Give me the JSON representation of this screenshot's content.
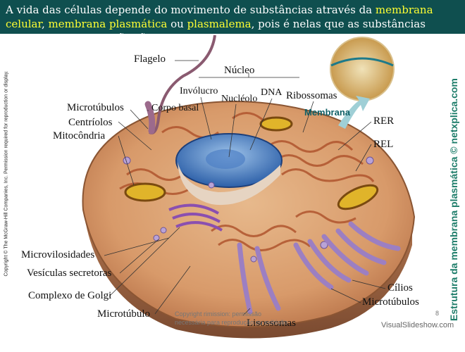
{
  "banner": {
    "t1": "A vida das células depende do movimento de substâncias através da ",
    "h1": "membrana celular",
    "t2": ", ",
    "h2": "membrana plasmática",
    "t3": " ou ",
    "h3": "plasmalema",
    "t4": ", pois é nelas que as substâncias resultantes da digestão são utilizadas."
  },
  "labels": {
    "flagelo": "Flagelo",
    "nucleo": "Núcleo",
    "involucro": "Invólucro",
    "nucleolo": "Nucléolo",
    "dna": "DNA",
    "ribossomas": "Ribossomas",
    "membrana": "Membrana",
    "microtubulos_top": "Microtúbulos",
    "corpo_basal": "Corpo basal",
    "centriolos": "Centríolos",
    "mitocondria": "Mitocôndria",
    "rer": "RER",
    "rel": "REL",
    "microvilosidades": "Microvilosidades",
    "vesiculas": "Vesículas secretoras",
    "golgi": "Complexo de Golgi",
    "microtubulo": "Microtúbulo",
    "cilios": "Cílios",
    "microtubulos_bottom": "Microtúbulos",
    "lisossomas": "Lisossomas"
  },
  "side": {
    "left_copyright": "Copyright © The McGraw-Hill Companies, Inc. Permission required for reproduction or display.",
    "right_caption": "Estrutura da membrana plasmática © netxplica.com"
  },
  "watermark": {
    "line1": "Copyright rimission: permissão",
    "line2": "necessária para reprodução ou exibição"
  },
  "page_number": "8",
  "footer": "VisualSlideshow.com",
  "colors": {
    "banner_bg": "#0f4f4f",
    "highlight": "#ffff33",
    "caption": "#1e7d6a"
  }
}
